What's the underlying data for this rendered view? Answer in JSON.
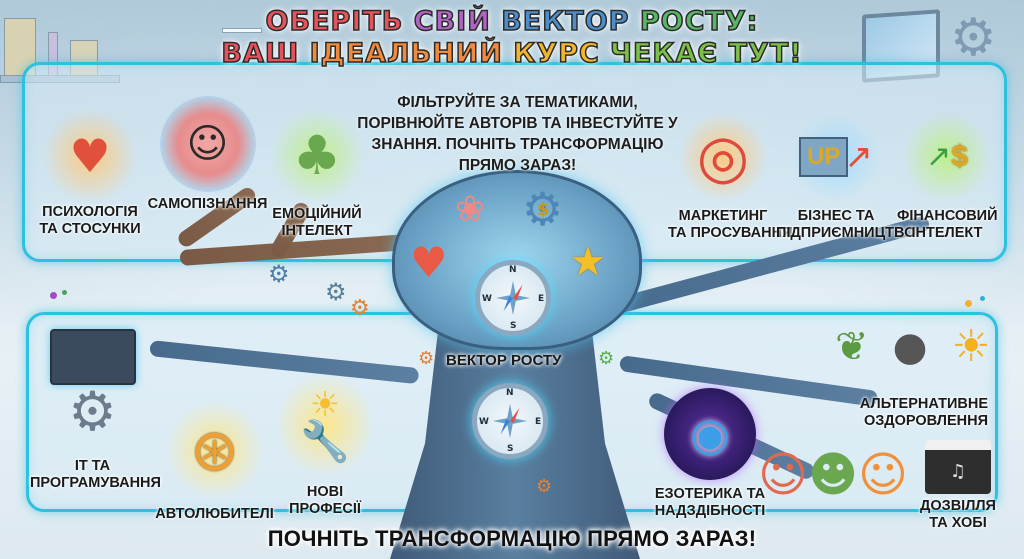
{
  "header": {
    "title_line1": [
      {
        "text": "ОБЕРІТЬ ",
        "color": "#e8525a"
      },
      {
        "text": "СВІЙ ",
        "color": "#b065c4"
      },
      {
        "text": "ВЕКТОР ",
        "color": "#4f8dc9"
      },
      {
        "text": "РОСТУ:",
        "color": "#5ab566"
      }
    ],
    "title_line2": [
      {
        "text": "ВАШ ",
        "color": "#e8525a"
      },
      {
        "text": "ІДЕАЛЬНИЙ ",
        "color": "#f08a3c"
      },
      {
        "text": "КУРС ",
        "color": "#f2b62c"
      },
      {
        "text": "ЧЕКАЄ ТУТ!",
        "color": "#7cc04a"
      }
    ],
    "subtitle": "ФІЛЬТРУЙТЕ ЗА ТЕМАТИКАМИ, ПОРІВНЮЙТЕ АВТОРІВ ТА ІНВЕСТУЙТЕ У ЗНАННЯ. ПОЧНІТЬ ТРАНСФОРМАЦІЮ ПРЯМО ЗАРАЗ!"
  },
  "center": {
    "label": "ВЕКТОР РОСТУ",
    "compass_directions": {
      "n": "N",
      "e": "E",
      "s": "S",
      "w": "W"
    },
    "crown_icons": [
      "brain-icon",
      "gear-dollar-icon",
      "heart-icon",
      "star-icon"
    ]
  },
  "categories_top": [
    {
      "id": "psychology",
      "line1": "ПСИХОЛОГІЯ",
      "line2": "ТА СТОСУНКИ",
      "icon": "hugging-couple-icon",
      "glyph": "♥"
    },
    {
      "id": "self-knowledge",
      "line1": "САМОПІЗНАННЯ",
      "line2": "",
      "icon": "brain-gears-icon",
      "glyph": "☺"
    },
    {
      "id": "emotional-intelligence",
      "line1": "ЕМОЦІЙНИЙ",
      "line2": "ІНТЕЛЕКТ",
      "icon": "meditation-tree-icon",
      "glyph": "♣"
    },
    {
      "id": "marketing",
      "line1": "МАРКЕТИНГ",
      "line2": "ТА ПРОСУВАННЯ",
      "icon": "target-arrow-icon",
      "glyph": "◎"
    },
    {
      "id": "business",
      "line1": "БІЗНЕС ТА",
      "line2": "ПІДПРИЄМНИЦТВО",
      "icon": "building-growth-icon",
      "glyph": "UP"
    },
    {
      "id": "finance",
      "line1": "ФІНАНСОВИЙ",
      "line2": "ІНТЕЛЕКТ",
      "icon": "coins-growth-icon",
      "glyph": "$"
    }
  ],
  "categories_bottom": [
    {
      "id": "it",
      "line1": "ІТ ТА",
      "line2": "ПРОГРАМУВАННЯ",
      "icon": "robot-arm-code-icon",
      "glyph": "⚙"
    },
    {
      "id": "auto",
      "line1": "АВТОЛЮБИТЕЛІ",
      "line2": "",
      "icon": "steering-wheel-shield-icon",
      "glyph": "⊛"
    },
    {
      "id": "new-professions",
      "line1": "НОВІ",
      "line2": "ПРОФЕСІЇ",
      "icon": "wrench-lightbulb-icon",
      "glyph": "✦"
    },
    {
      "id": "esoterics",
      "line1": "ЕЗОТЕРИКА ТА",
      "line2": "НАДЗДІБНОСТІ",
      "icon": "third-eye-icon",
      "glyph": "◉"
    },
    {
      "id": "alt-health",
      "line1": "АЛЬТЕРНАТИВНЕ",
      "line2": "ОЗДОРОВЛЕННЯ",
      "icon": "herbs-stones-sun-icon",
      "glyph": "☀"
    },
    {
      "id": "leisure",
      "line1": "ДОЗВІЛЛЯ",
      "line2": "ТА ХОБІ",
      "icon": "clapperboard-dancing-icon",
      "glyph": "♫"
    }
  ],
  "footer": {
    "cta": "ПОЧНІТЬ ТРАНСФОРМАЦІЮ ПРЯМО ЗАРАЗ!"
  },
  "colors": {
    "panel_border": "#2fc0e0",
    "tree_blue": "#4a7ba0",
    "branch_brown": "#7a5a45"
  }
}
